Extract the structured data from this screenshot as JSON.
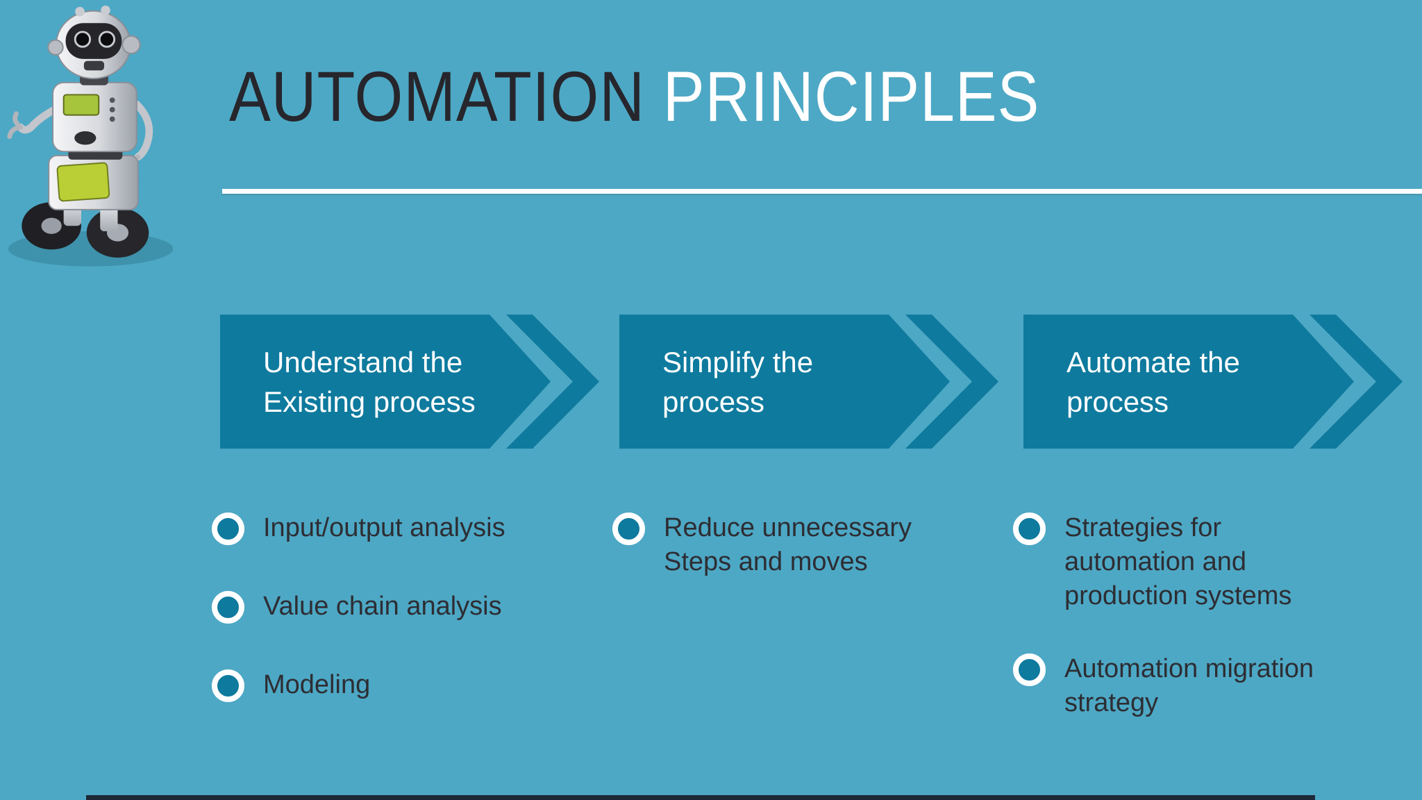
{
  "title": {
    "word_dark": "AUTOMATION",
    "word_light": "PRINCIPLES"
  },
  "colors": {
    "background": "#4da8c5",
    "arrow": "#0e7a9e",
    "title_dark": "#26262c",
    "text_dark": "#2d2d33",
    "white": "#ffffff",
    "footer_bar": "#1d2936"
  },
  "steps": [
    {
      "label_line1": "Understand the",
      "label_line2": "Existing process",
      "bullets": [
        "Input/output analysis",
        "Value chain analysis",
        "Modeling"
      ]
    },
    {
      "label_line1": "Simplify the",
      "label_line2": "process",
      "bullets": [
        "Reduce unnecessary Steps and moves"
      ]
    },
    {
      "label_line1": "Automate the",
      "label_line2": "process",
      "bullets": [
        "Strategies for automation and production systems",
        "Automation migration strategy"
      ]
    }
  ],
  "robot": {
    "name": "toy robot mascot"
  }
}
